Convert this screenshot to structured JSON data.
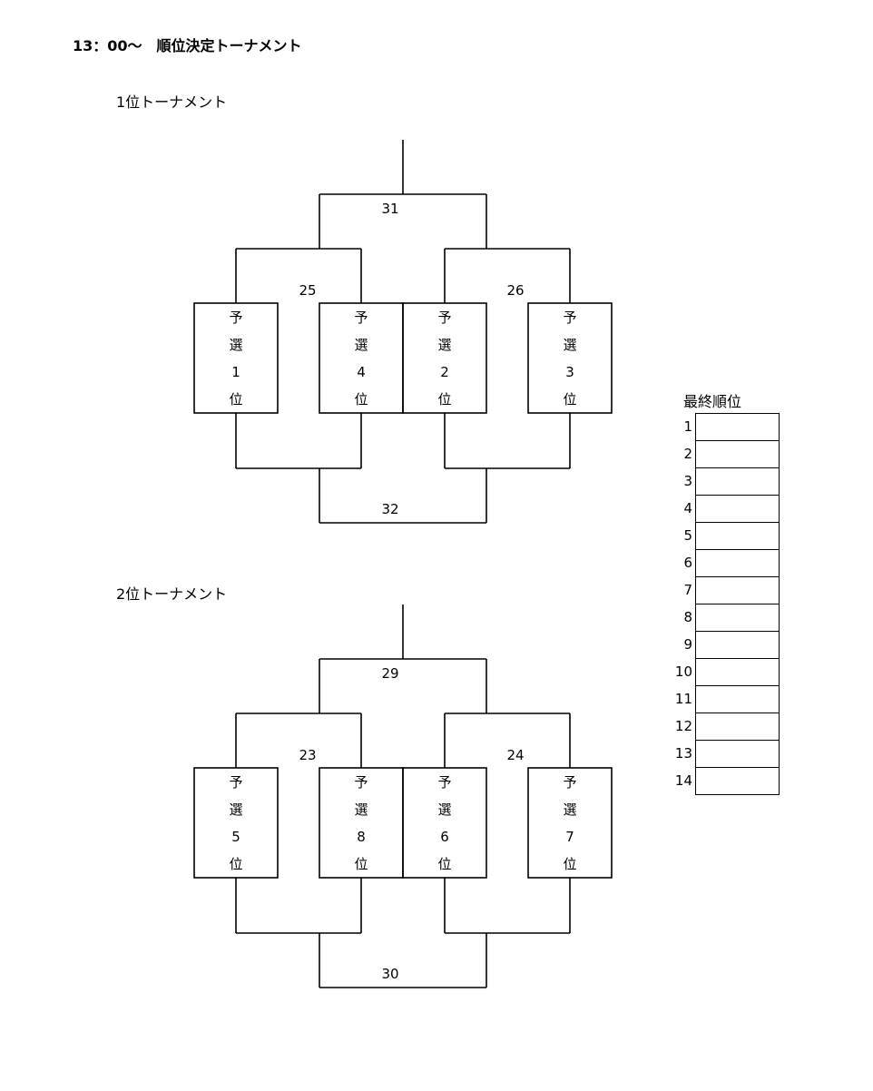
{
  "page": {
    "title": "13：00～　順位決定トーナメント"
  },
  "brackets": [
    {
      "title": "1位トーナメント",
      "final_match": "31",
      "third_match": "32",
      "semi_left": "25",
      "semi_right": "26",
      "seeds": [
        [
          "予",
          "選",
          "1",
          "位"
        ],
        [
          "予",
          "選",
          "4",
          "位"
        ],
        [
          "予",
          "選",
          "2",
          "位"
        ],
        [
          "予",
          "選",
          "3",
          "位"
        ]
      ]
    },
    {
      "title": "2位トーナメント",
      "final_match": "29",
      "third_match": "30",
      "semi_left": "23",
      "semi_right": "24",
      "seeds": [
        [
          "予",
          "選",
          "5",
          "位"
        ],
        [
          "予",
          "選",
          "8",
          "位"
        ],
        [
          "予",
          "選",
          "6",
          "位"
        ],
        [
          "予",
          "選",
          "7",
          "位"
        ]
      ]
    }
  ],
  "ranking": {
    "title": "最終順位",
    "places": [
      "1",
      "2",
      "3",
      "4",
      "5",
      "6",
      "7",
      "8",
      "9",
      "10",
      "11",
      "12",
      "13",
      "14"
    ]
  }
}
